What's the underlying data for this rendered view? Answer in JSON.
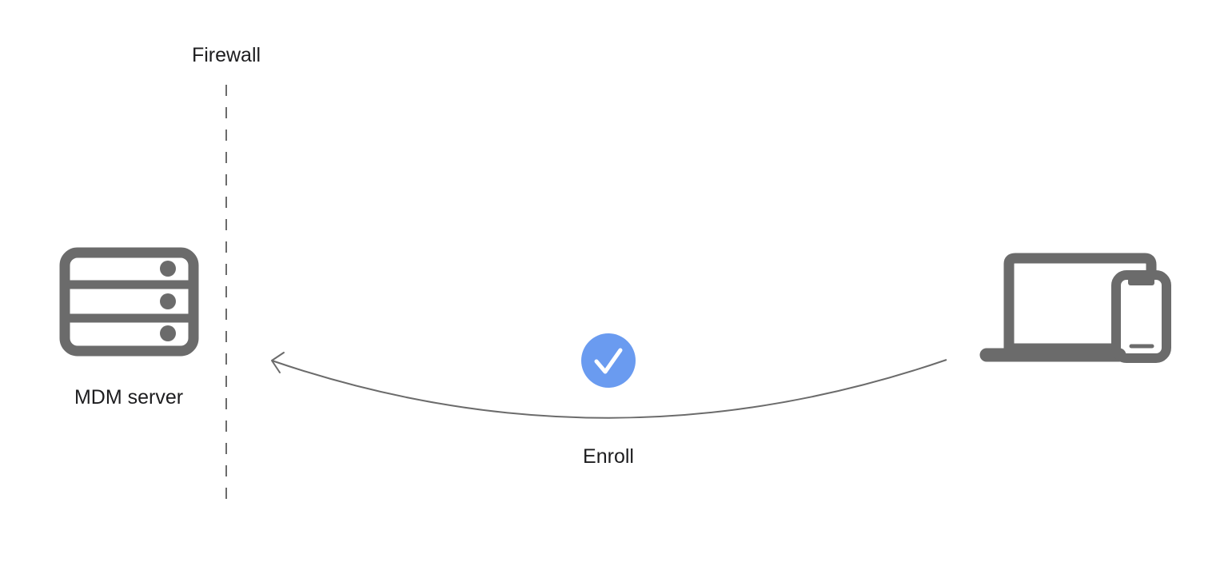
{
  "firewall": {
    "label": "Firewall"
  },
  "server": {
    "label": "MDM server",
    "icon": "server-icon"
  },
  "devices": {
    "icon": "laptop-phone-icon"
  },
  "connection": {
    "label": "Enroll",
    "status_icon": "checkmark-circle-icon",
    "direction": "devices-to-server"
  },
  "colors": {
    "icon_gray": "#6b6b6b",
    "line_gray": "#6b6b6b",
    "check_blue": "#6a9bf0",
    "text": "#1d1d1f"
  }
}
